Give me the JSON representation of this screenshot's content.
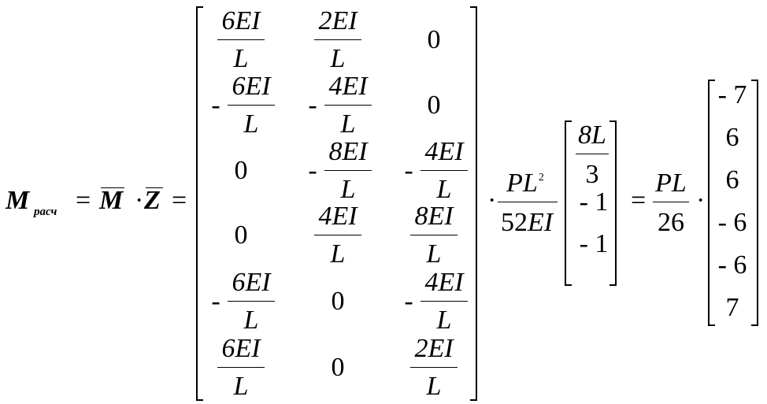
{
  "lhs": {
    "symbol": "M",
    "subscript": "расч"
  },
  "eq": "=",
  "dot": "·",
  "minus": "-",
  "mbar": "M",
  "zbar": "Z",
  "matrix": {
    "cells": [
      [
        {
          "n": "6EI",
          "d": "L",
          "sq": true
        },
        {
          "n": "2EI",
          "d": "L"
        },
        {
          "v": "0"
        }
      ],
      [
        {
          "neg": true,
          "n": "6EI",
          "d": "L",
          "sq": true
        },
        {
          "neg": true,
          "n": "4EI",
          "d": "L"
        },
        {
          "v": "0"
        }
      ],
      [
        {
          "v": "0"
        },
        {
          "neg": true,
          "n": "8EI",
          "d": "L"
        },
        {
          "neg": true,
          "n": "4EI",
          "d": "L"
        }
      ],
      [
        {
          "v": "0"
        },
        {
          "n": "4EI",
          "d": "L"
        },
        {
          "n": "8EI",
          "d": "L"
        }
      ],
      [
        {
          "neg": true,
          "n": "6EI",
          "d": "L",
          "sq": true
        },
        {
          "v": "0"
        },
        {
          "neg": true,
          "n": "4EI",
          "d": "L"
        }
      ],
      [
        {
          "n": "6EI",
          "d": "L",
          "sq": true
        },
        {
          "v": "0"
        },
        {
          "n": "2EI",
          "d": "L"
        }
      ]
    ]
  },
  "coef1": {
    "num": "PL",
    "num_sup": "2",
    "den_num": "52",
    "den_var": "EI"
  },
  "vector1": {
    "frac": {
      "n": "8L",
      "d": "3"
    },
    "items": [
      "- 1",
      "- 1"
    ]
  },
  "coef2": {
    "num": "PL",
    "den": "26"
  },
  "vector2": [
    "- 7",
    "6",
    "6",
    "- 6",
    "- 6",
    "7"
  ],
  "square": "2"
}
